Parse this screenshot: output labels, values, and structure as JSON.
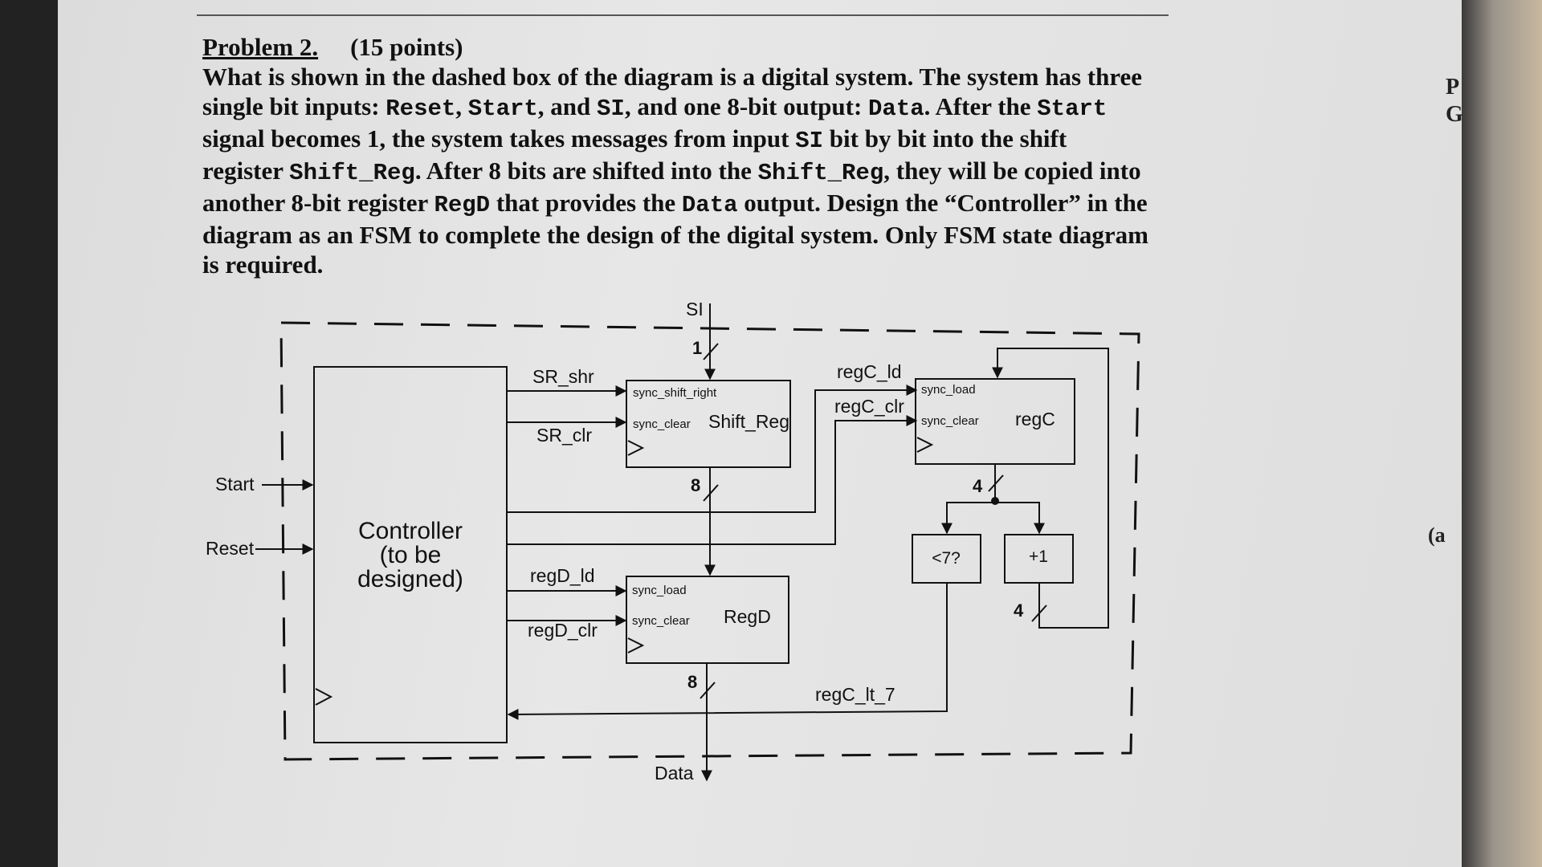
{
  "problem": {
    "heading": "Problem 2.",
    "points": "(15 points)",
    "text_segments": [
      {
        "t": "What is shown in the dashed box of the diagram is a digital system. The system has three single bit inputs: ",
        "code": false
      },
      {
        "t": "Reset",
        "code": true
      },
      {
        "t": ", ",
        "code": false
      },
      {
        "t": "Start",
        "code": true
      },
      {
        "t": ", and ",
        "code": false
      },
      {
        "t": "SI",
        "code": true
      },
      {
        "t": ", and one 8-bit output: ",
        "code": false
      },
      {
        "t": "Data",
        "code": true
      },
      {
        "t": ". After the ",
        "code": false
      },
      {
        "t": "Start",
        "code": true
      },
      {
        "t": " signal becomes 1, the system takes messages from input ",
        "code": false
      },
      {
        "t": "SI",
        "code": true
      },
      {
        "t": " bit by bit into the shift register ",
        "code": false
      },
      {
        "t": "Shift_Reg",
        "code": true
      },
      {
        "t": ". After 8 bits are shifted into the ",
        "code": false
      },
      {
        "t": "Shift_Reg",
        "code": true
      },
      {
        "t": ", they will be copied into another 8-bit register ",
        "code": false
      },
      {
        "t": "RegD",
        "code": true
      },
      {
        "t": " that provides the ",
        "code": false
      },
      {
        "t": "Data",
        "code": true
      },
      {
        "t": " output. Design the “Controller” in the diagram as an FSM to complete the design of the digital system. Only FSM state diagram is required.",
        "code": false
      }
    ]
  },
  "diagram": {
    "input_si": "SI",
    "si_width": "1",
    "input_start": "Start",
    "input_reset": "Reset",
    "output_data": "Data",
    "controller": {
      "line1": "Controller",
      "line2": "(to be",
      "line3": "designed)"
    },
    "signals": {
      "sr_shr": "SR_shr",
      "sr_clr": "SR_clr",
      "regd_ld": "regD_ld",
      "regd_clr": "regD_clr",
      "regc_ld": "regC_ld",
      "regc_clr": "regC_clr",
      "regc_lt_7": "regC_lt_7"
    },
    "shift_reg": {
      "name": "Shift_Reg",
      "port1": "sync_shift_right",
      "port2": "sync_clear"
    },
    "regd": {
      "name": "RegD",
      "port1": "sync_load",
      "port2": "sync_clear"
    },
    "regc": {
      "name": "regC",
      "port1": "sync_load",
      "port2": "sync_clear"
    },
    "comparator": "<7?",
    "incrementer": "+1",
    "bus_widths": {
      "shift_out": "8",
      "data_out": "8",
      "regc_out": "4",
      "inc_out": "4"
    }
  },
  "edge_glyphs": {
    "top": "P",
    "bottom": "G",
    "mid": "(a"
  }
}
